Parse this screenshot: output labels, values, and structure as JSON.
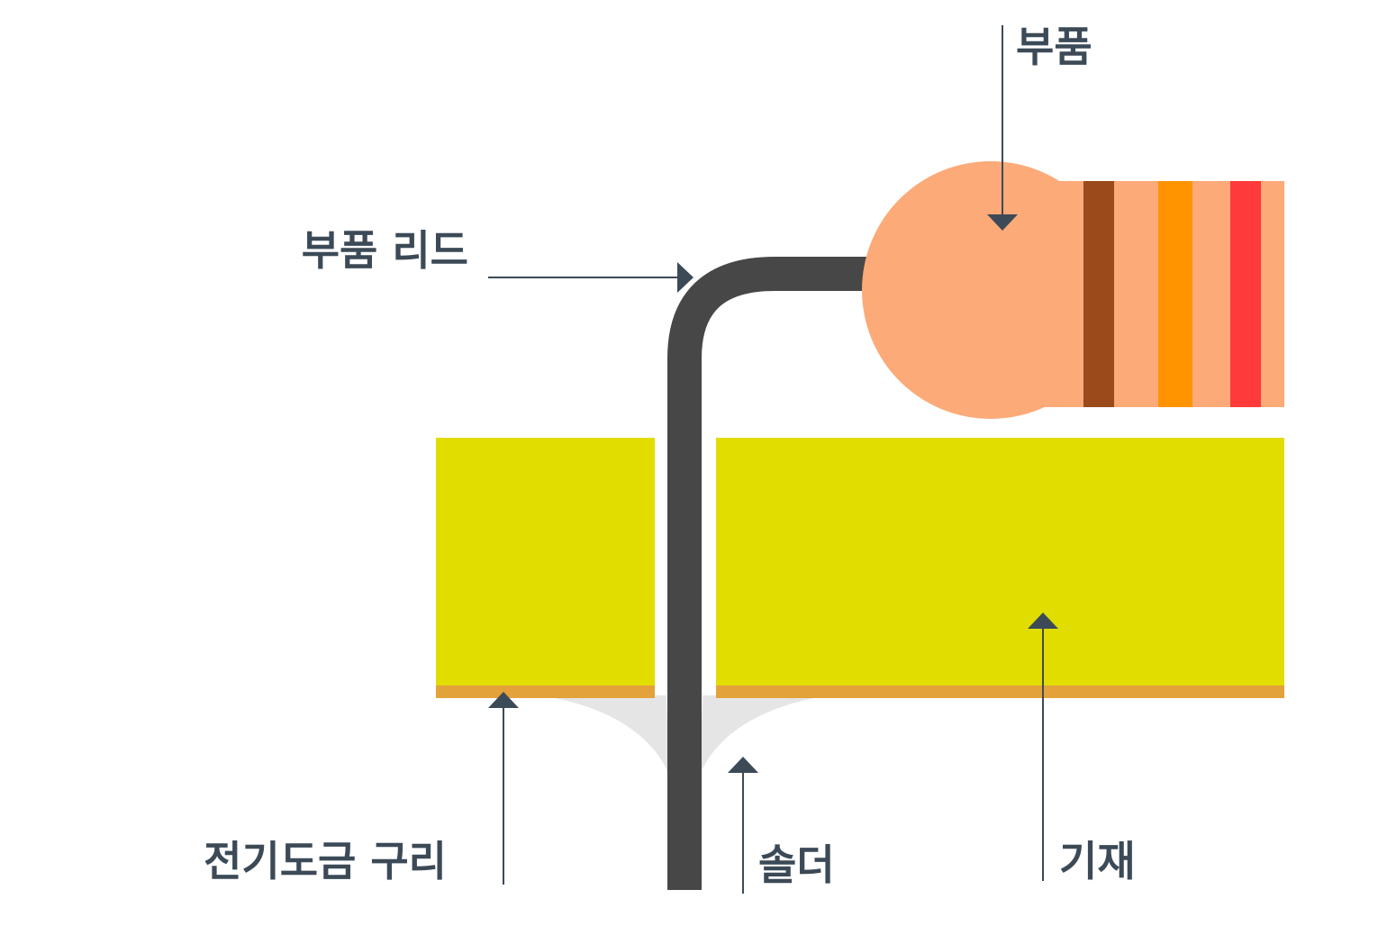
{
  "labels": {
    "component": "부품",
    "component_lead": "부품 리드",
    "plated_copper": "전기도금 구리",
    "solder": "솔더",
    "substrate": "기재"
  },
  "colors": {
    "background": "#ffffff",
    "label_text": "#3c4a57",
    "pointer": "#3c4a57",
    "lead_wire": "#474747",
    "component_body": "#fcaa78",
    "band_1": "#9b4a1c",
    "band_2": "#ff9300",
    "band_3": "#ff3a3a",
    "substrate": "#e1dd00",
    "copper_plating": "#e4a23a",
    "solder_fillet": "#e5e5e5"
  }
}
